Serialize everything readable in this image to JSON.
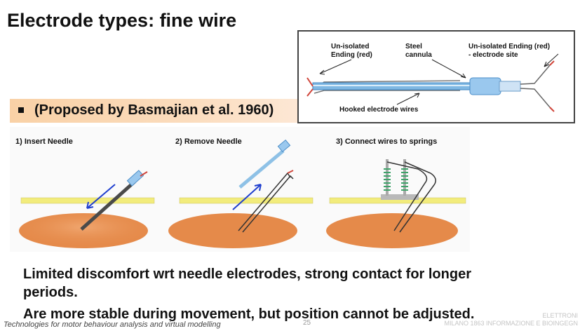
{
  "slide": {
    "title": "Electrode types: fine wire",
    "proposed": "(Proposed by Basmajian et al. 1960)",
    "inset": {
      "label_unisolated_left": "Un-isolated\nEnding (red)",
      "label_steel": "Steel\ncannula",
      "label_unisolated_right": "Un-isolated Ending (red)\n- electrode site",
      "label_hooked": "Hooked electrode wires"
    },
    "steps": [
      {
        "label": "1) Insert Needle"
      },
      {
        "label": "2) Remove Needle"
      },
      {
        "label": "3) Connect wires to springs"
      }
    ],
    "body_line1": "Limited discomfort wrt needle electrodes, strong contact for longer",
    "body_line2": "periods.",
    "body_line3": "Are more stable during movement, but position cannot be adjusted.",
    "footer_left": "Technologies for motor behaviour analysis and virtual modelling",
    "footer_page": "25",
    "footer_right_1": "ELETTRONI",
    "footer_right_2": "MILANO 1863  INFORMAZIONE E BIOINGEGN"
  },
  "colors": {
    "arrow_blue": "#1f3fcf",
    "skin_orange": "#e58a4a",
    "skin_band": "#f2ec7c",
    "wire_red": "#d0453a",
    "cannula_blue": "#8ec1e6"
  }
}
